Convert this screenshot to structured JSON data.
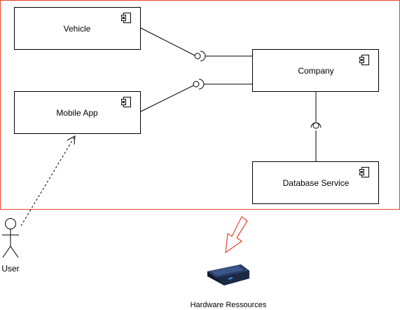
{
  "components": {
    "vehicle": {
      "label": "Vehicle"
    },
    "mobile_app": {
      "label": "Mobile App"
    },
    "company": {
      "label": "Company"
    },
    "database_service": {
      "label": "Database Service"
    }
  },
  "actor": {
    "label": "User"
  },
  "hardware": {
    "label": "Hardware Ressources"
  },
  "colors": {
    "boundary": "#e8442b",
    "arrow": "#e8442b",
    "stroke": "#000000",
    "background": "#ffffff"
  },
  "icons": {
    "component": "component-icon",
    "actor": "stick-figure-icon",
    "hardware": "server-box-icon",
    "arrow": "hollow-down-arrow-icon"
  }
}
